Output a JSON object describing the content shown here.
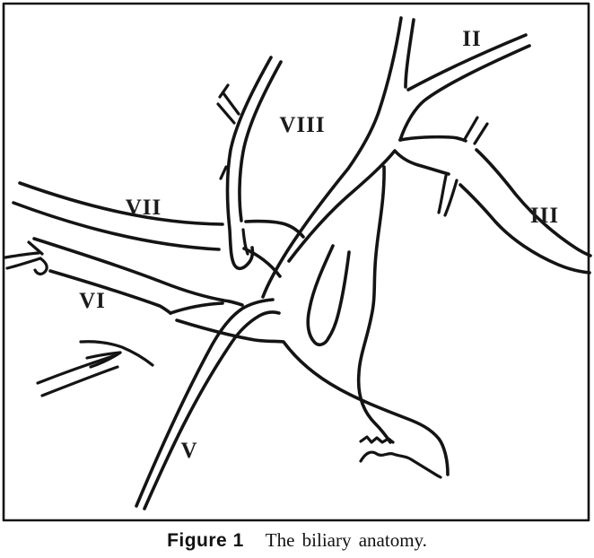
{
  "colors": {
    "ink": "#141414",
    "background": "#ffffff"
  },
  "figure": {
    "description": "hand-drawn line diagram of the biliary tree inside a rectangular border",
    "labels": [
      {
        "text": "VII"
      },
      {
        "text": "VIII"
      },
      {
        "text": "II"
      },
      {
        "text": "III"
      },
      {
        "text": "VI"
      },
      {
        "text": "V"
      }
    ],
    "caption": {
      "label": "Figure 1",
      "text": "The biliary anatomy."
    }
  }
}
